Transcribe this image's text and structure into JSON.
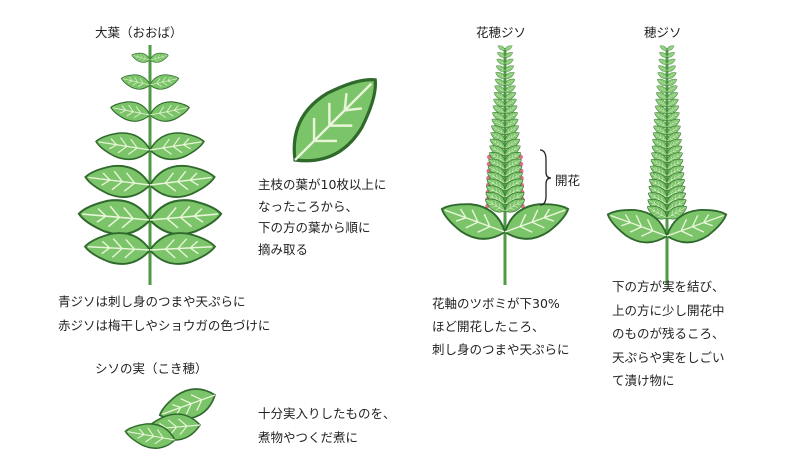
{
  "titles": {
    "ooba": "大葉（おおば）",
    "kasuijiso": "花穂ジソ",
    "hojiso": "穂ジソ",
    "shiso_no_mi": "シソの実（こき穂）",
    "kaika": "開花"
  },
  "notes": {
    "ooba_harvest": [
      "主枝の葉が10枚以上に",
      "なったころから、",
      "下の方の葉から順に",
      "摘み取る"
    ],
    "ooba_use": [
      "青ジソは刺し身のつまや天ぷらに",
      "赤ジソは梅干しやショウガの色づけに"
    ],
    "mi_use": [
      "十分実入りしたものを、",
      "煮物やつくだ煮に"
    ],
    "kasuijiso_use": [
      "花軸のツボミが下30%",
      "ほど開花したころ、",
      "刺し身のつまや天ぷらに"
    ],
    "hojiso_use": [
      "下の方が実を結び、",
      "上の方に少し開花中",
      "のものが残るころ、",
      "天ぷらや実をしごい",
      "て漬け物に"
    ]
  },
  "colors": {
    "leaf": "#7cc46a",
    "leaf_outline": "#2f6a2c",
    "stem": "#4f9a45",
    "flower": "#e0708a"
  }
}
